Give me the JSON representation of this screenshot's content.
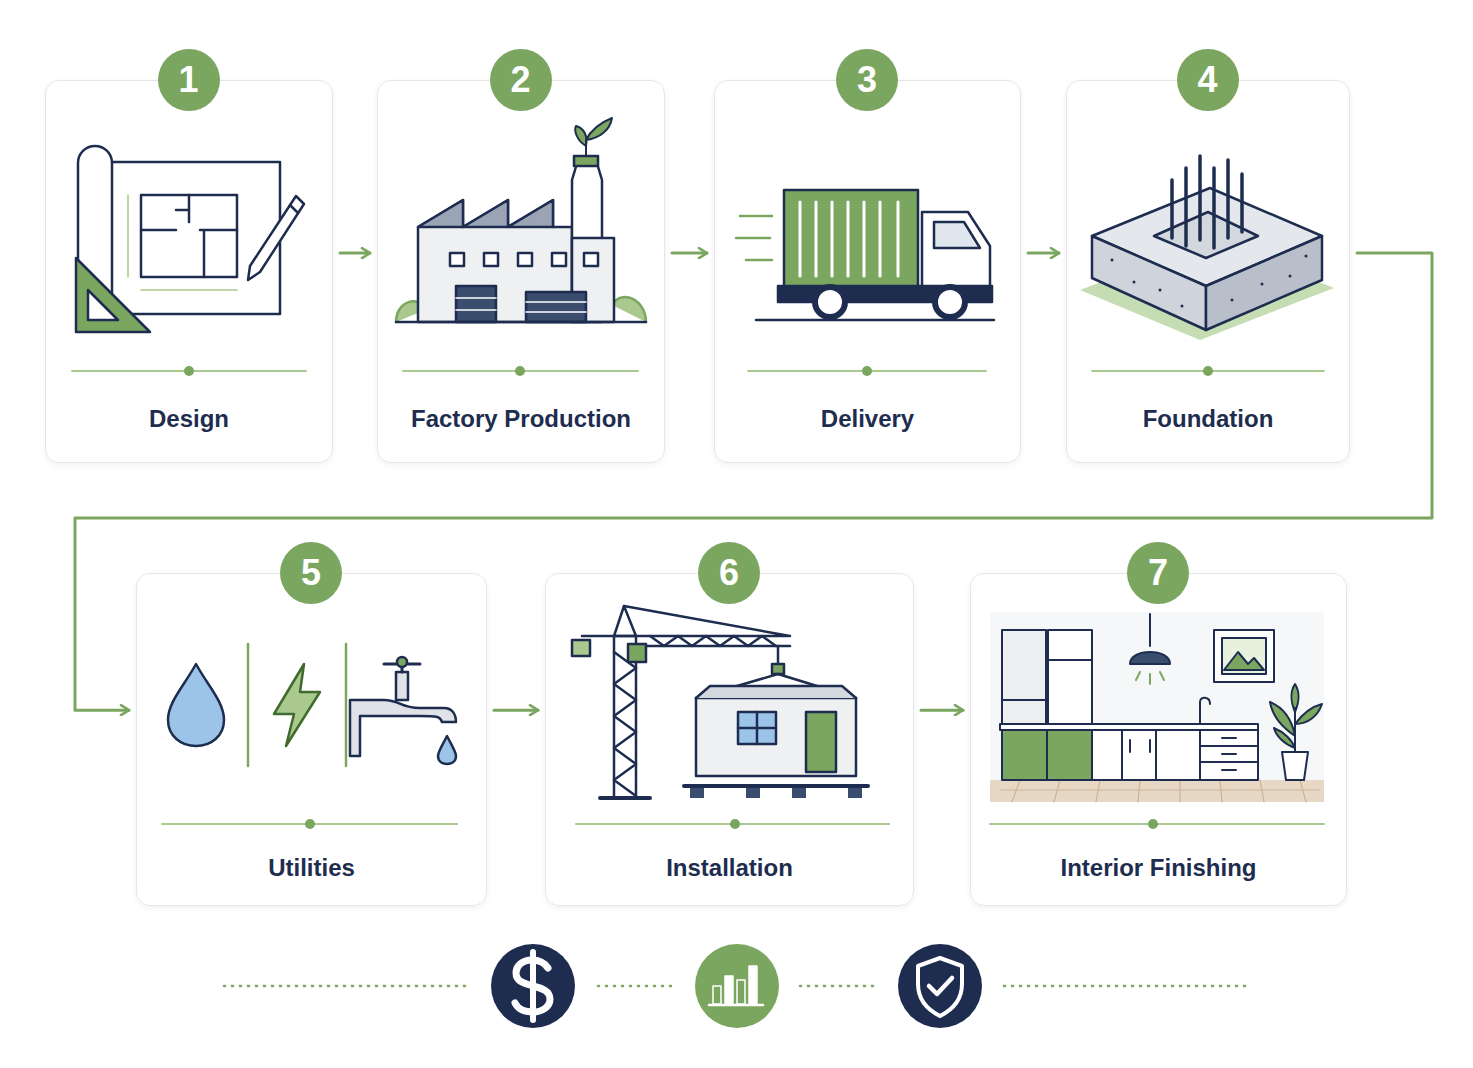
{
  "diagram": {
    "nodes": [
      {
        "text": [
          "Design"
        ]
      },
      {
        "text": [
          "1"
        ],
        "in": 0
      },
      {
        "text": [
          "Factory Production"
        ]
      },
      {
        "text": [
          "2"
        ],
        "in": 2
      },
      {
        "text": [
          "Delivery"
        ]
      },
      {
        "text": [
          "3"
        ],
        "in": 4
      },
      {
        "text": [
          "Foundation"
        ]
      },
      {
        "text": [
          "4"
        ],
        "in": 6
      },
      {
        "text": [
          "Utilities"
        ]
      },
      {
        "text": [
          "5"
        ],
        "in": 8
      },
      {
        "text": [
          "Installation"
        ]
      },
      {
        "text": [
          "6"
        ],
        "in": 10
      },
      {
        "text": [
          "Interior Finishing"
        ]
      },
      {
        "text": [
          "7"
        ],
        "in": 12
      }
    ],
    "edges": [
      {
        "from": 0,
        "to": 2,
        "arrow": "to"
      },
      {
        "from": 2,
        "to": 4,
        "arrow": "to"
      },
      {
        "from": 4,
        "to": 6,
        "arrow": "to"
      },
      {
        "from": 6,
        "to": 8,
        "arrow": "to"
      },
      {
        "from": 8,
        "to": 10,
        "arrow": "to"
      },
      {
        "from": 10,
        "to": 12,
        "arrow": "to"
      }
    ]
  }
}
